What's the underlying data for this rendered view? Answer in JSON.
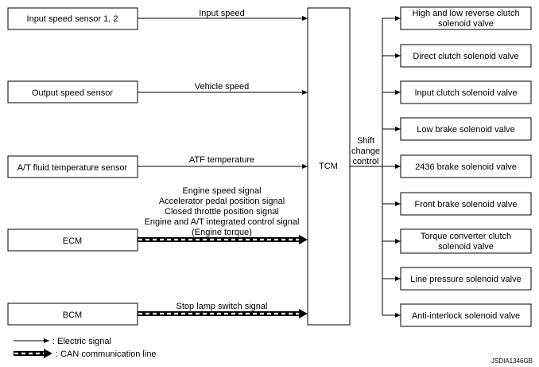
{
  "inputs": {
    "input_speed_sensor": "Input speed sensor 1, 2",
    "output_speed_sensor": "Output speed sensor",
    "atf_sensor": "A/T fluid temperature sensor",
    "ecm": "ECM",
    "bcm": "BCM"
  },
  "signals": {
    "input_speed": "Input speed",
    "vehicle_speed": "Vehicle speed",
    "atf_temperature": "ATF temperature",
    "ecm_lines": [
      "Engine speed signal",
      "Accelerator pedal position signal",
      "Closed throttle position signal",
      "Engine and A/T integrated control signal",
      "(Engine torque)"
    ],
    "stop_lamp": "Stop lamp switch signal"
  },
  "tcm": {
    "label": "TCM"
  },
  "shift_change_control": [
    "Shift",
    "change",
    "control"
  ],
  "outputs": [
    [
      "High and low reverse clutch",
      "solenoid valve"
    ],
    [
      "Direct clutch solenoid valve"
    ],
    [
      "Input clutch solenoid valve"
    ],
    [
      "Low brake solenoid valve"
    ],
    [
      "2436 brake solenoid valve"
    ],
    [
      "Front brake solenoid valve"
    ],
    [
      "Torque converter clutch",
      "solenoid valve"
    ],
    [
      "Line pressure solenoid valve"
    ],
    [
      "Anti-interlock solenoid valve"
    ]
  ],
  "legend": {
    "electric": ": Electric signal",
    "can": ": CAN communication line"
  },
  "figure_id": "JSDIA1346GB"
}
